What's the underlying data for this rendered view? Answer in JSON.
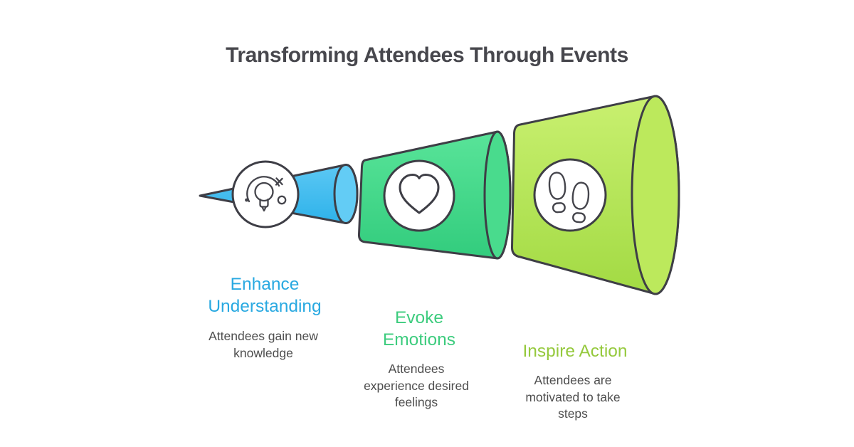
{
  "title": {
    "text": "Transforming Attendees Through Events",
    "color": "#47474D"
  },
  "palette": {
    "background": "#FFFFFF",
    "outline": "#3E3E46",
    "icon_stroke": "#45454C",
    "body_text": "#4D4D4D"
  },
  "stages": [
    {
      "name": "Enhance Understanding",
      "heading_lines": [
        "Enhance",
        "Understanding"
      ],
      "heading_color": "#29A9E1",
      "description": "Attendees gain new knowledge",
      "description_lines": [
        "Attendees gain new",
        "knowledge"
      ],
      "icon": "lightbulb-progress-icon",
      "gradient_top": "#5CC8F4",
      "gradient_bottom": "#2EB2EA",
      "cap_fill": "#63CCF5"
    },
    {
      "name": "Evoke Emotions",
      "heading_lines": [
        "Evoke",
        "Emotions"
      ],
      "heading_color": "#3DCC7E",
      "description": "Attendees experience desired feelings",
      "description_lines": [
        "Attendees",
        "experience desired",
        "feelings"
      ],
      "icon": "heart-icon",
      "gradient_top": "#59E499",
      "gradient_bottom": "#32CC7D",
      "cap_fill": "#49DB8D"
    },
    {
      "name": "Inspire Action",
      "heading_lines": [
        "Inspire Action"
      ],
      "heading_color": "#95C93D",
      "description": "Attendees are motivated to take steps",
      "description_lines": [
        "Attendees are",
        "motivated to take",
        "steps"
      ],
      "icon": "footsteps-icon",
      "gradient_top": "#C9F070",
      "gradient_bottom": "#A2DA43",
      "cap_fill": "#BCE95C"
    }
  ]
}
